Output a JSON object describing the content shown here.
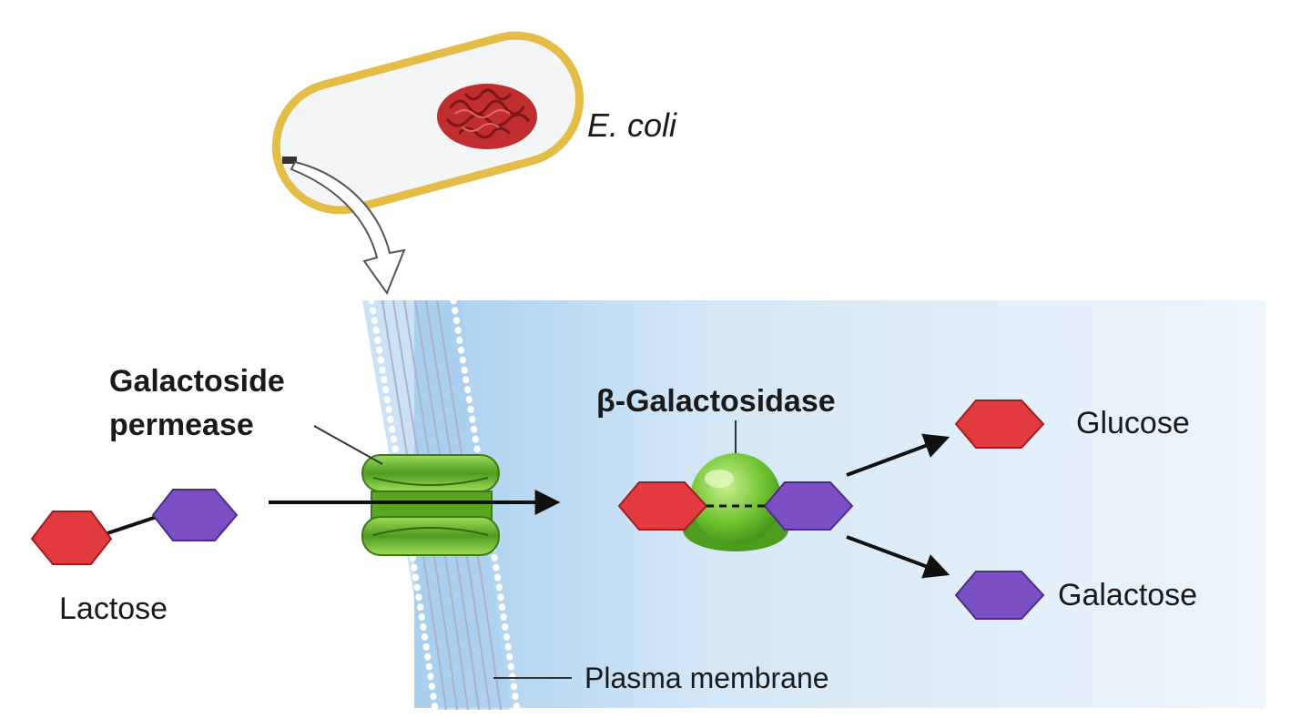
{
  "labels": {
    "ecoli": "E. coli",
    "permease_line1": "Galactoside",
    "permease_line2": "permease",
    "enzyme": "β-Galactosidase",
    "glucose": "Glucose",
    "galactose": "Galactose",
    "lactose": "Lactose",
    "membrane": "Plasma membrane"
  },
  "colors": {
    "glucose": "#e23a3f",
    "galactose": "#7a4fc4",
    "permease": "#5fae27",
    "enzyme": "#7ccf3a",
    "cell_wall": "#e9c757",
    "nucleoid": "#b8262a",
    "cytoplasm": "#c7dff2"
  },
  "icons": {
    "cell": "rod-bacterium-icon",
    "nucleoid": "nucleoid-icon",
    "permease": "membrane-transporter-icon",
    "enzyme": "enzyme-icon",
    "glucose": "hexagon-icon",
    "galactose": "hexagon-icon"
  }
}
